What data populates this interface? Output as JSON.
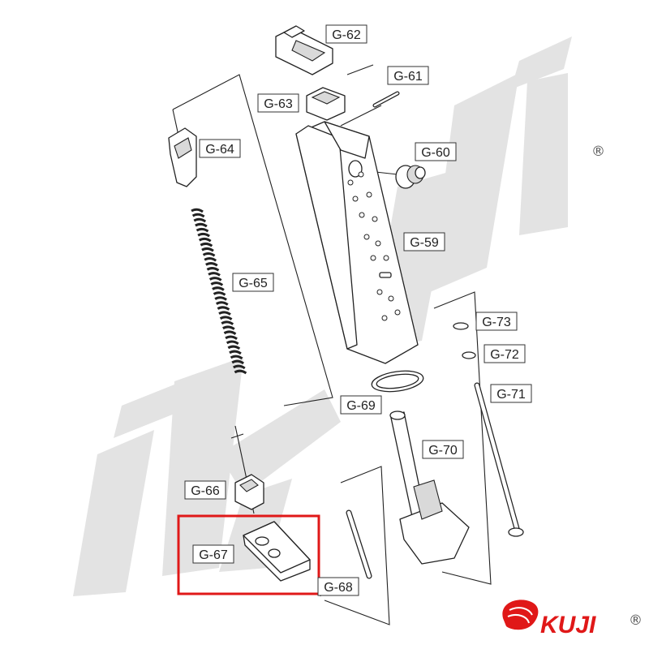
{
  "diagram": {
    "labels": {
      "g59": "G-59",
      "g60": "G-60",
      "g61": "G-61",
      "g62": "G-62",
      "g63": "G-63",
      "g64": "G-64",
      "g65": "G-65",
      "g66": "G-66",
      "g67": "G-67",
      "g68": "G-68",
      "g69": "G-69",
      "g70": "G-70",
      "g71": "G-71",
      "g72": "G-72",
      "g73": "G-73"
    },
    "highlighted_part": "G-67",
    "highlight_color": "#e01818"
  },
  "brand": {
    "watermark_icon": "kuji-watermark-logo",
    "logo_icon": "red-lion-logo",
    "logo_text": "KUJI",
    "registered_mark": "®",
    "logo_color": "#e01818"
  }
}
